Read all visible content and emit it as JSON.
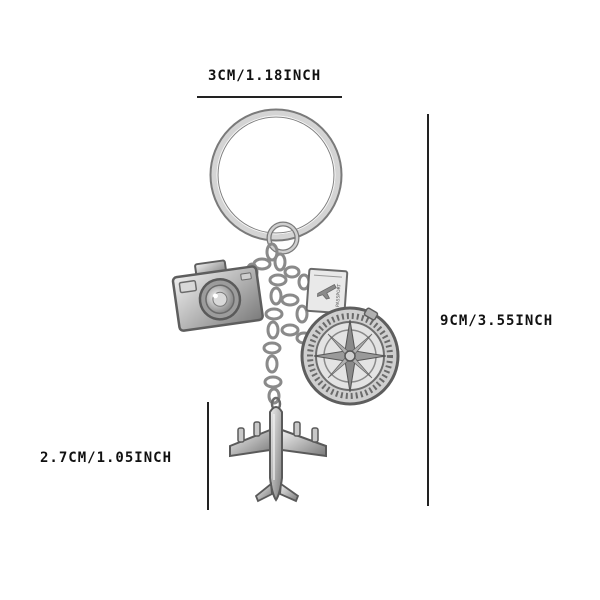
{
  "dimensions": {
    "width_label": "3CM/1.18INCH",
    "height_label": "9CM/3.55INCH",
    "charm_label": "2.7CM/1.05INCH"
  },
  "charms": {
    "passport_text": "PASSPORT"
  },
  "icons": [
    "key-ring-icon",
    "camera-charm-icon",
    "passport-charm-icon",
    "compass-charm-icon",
    "airplane-charm-icon"
  ],
  "colors": {
    "metal": "#b8b8b8",
    "metal_dark": "#6e6e6e",
    "metal_light": "#e6e6e6",
    "ink": "#111111"
  }
}
